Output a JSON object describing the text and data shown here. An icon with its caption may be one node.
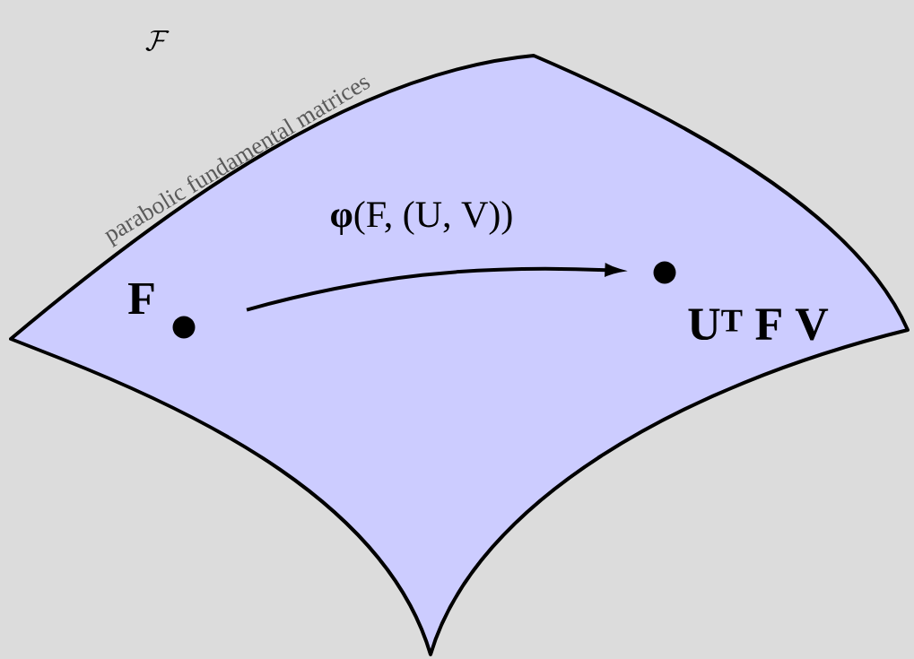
{
  "diagram": {
    "nodes": [
      {
        "text": [
          "parabolic fundamental matrices"
        ]
      },
      {
        "text": [
          "F"
        ],
        "in": 0
      },
      {
        "text": [
          "U$^{T}$ F V"
        ],
        "in": 0
      }
    ],
    "edges": [
      {
        "from": 1,
        "to": 2,
        "arrow": "to",
        "label": "**φ**(F, (U, V))"
      }
    ],
    "labels": [
      "\\mathcal{F}"
    ]
  }
}
